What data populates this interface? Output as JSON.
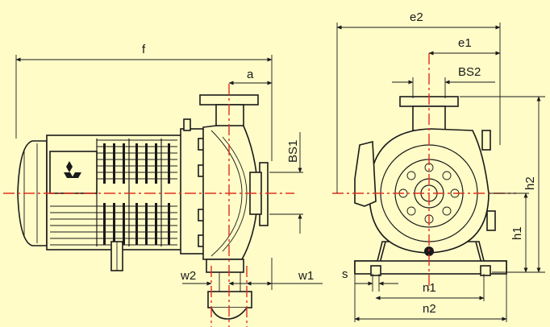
{
  "labels": {
    "f": "f",
    "a": "a",
    "bs1": "BS1",
    "w1": "w1",
    "w2": "w2",
    "e2": "e2",
    "e1": "e1",
    "bs2": "BS2",
    "h2": "h2",
    "h1": "h1",
    "s": "s",
    "n1": "n1",
    "n2": "n2"
  },
  "colors": {
    "background": "#FFFCC8",
    "lines": "#1A1A1A",
    "centerlines": "#E0301E"
  },
  "icons": {
    "logo": "mitsubishi-three-diamonds-icon"
  }
}
